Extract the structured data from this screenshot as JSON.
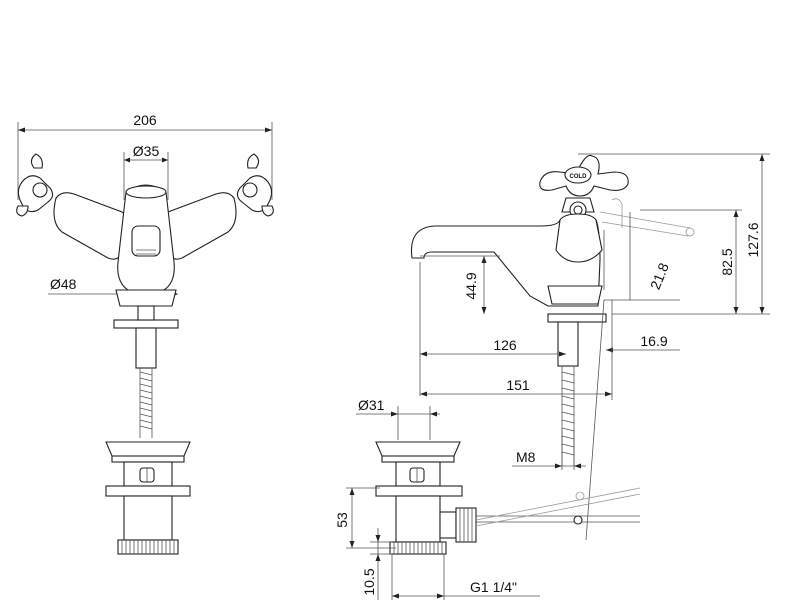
{
  "front_view": {
    "width_label": "206",
    "spout_diameter_label": "Ø35",
    "base_diameter_label": "Ø48"
  },
  "side_view": {
    "handle_text": "COLD",
    "height_total_label": "127.6",
    "height_spout_label": "82.5",
    "spout_height_label": "44.9",
    "lever_angle_label": "21.8",
    "reach_label": "126",
    "total_reach_label": "151",
    "rod_offset_label": "16.9",
    "thread_label": "M8"
  },
  "waste": {
    "diameter_label": "Ø31",
    "height_label": "53",
    "thread_height_label": "10.5",
    "thread_label": "G1 1/4\""
  }
}
